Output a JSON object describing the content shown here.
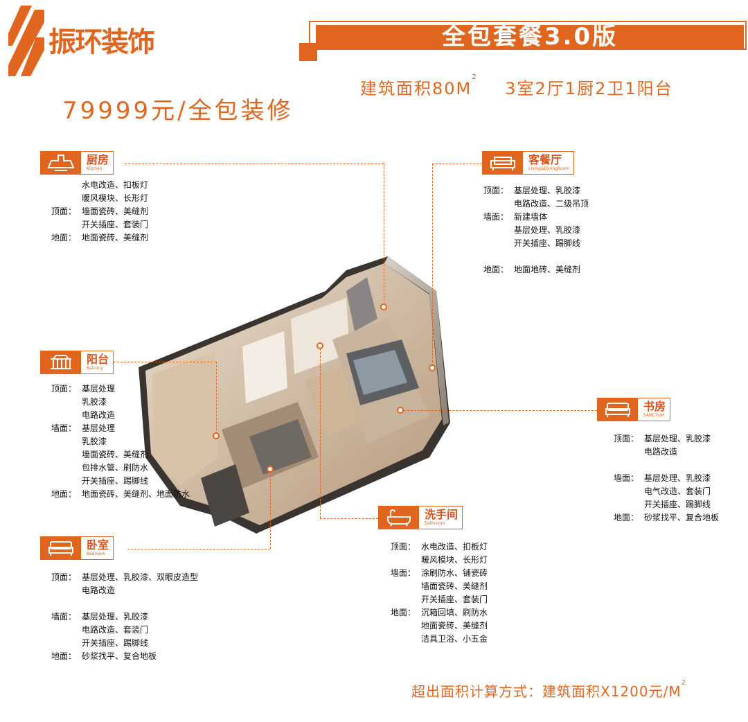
{
  "brand": {
    "name": "振环装饰"
  },
  "banner": {
    "title": "全包套餐3.0版"
  },
  "price": "79999元/全包装修",
  "area": {
    "text": "建筑面积80M",
    "sup": "2",
    "layout": "3室2厅1厨2卫1阳台"
  },
  "colors": {
    "accent": "#e0651f"
  },
  "sections": {
    "kitchen": {
      "icon": "range-hood-icon",
      "cn": "厨房",
      "en": "Kitchen",
      "rows": [
        {
          "k": "",
          "v": "水电改造、扣板灯"
        },
        {
          "k": "",
          "v": "暖风模块、长形灯"
        },
        {
          "k": "顶面：",
          "v": "墙面瓷砖、美缝剂"
        },
        {
          "k": "",
          "v": "开关插座、套装门"
        },
        {
          "k": "地面：",
          "v": "地面瓷砖、美缝剂"
        }
      ]
    },
    "living": {
      "icon": "sofa-icon",
      "cn": "客餐厅",
      "en": "Living&DiningRoom",
      "rows": [
        {
          "k": "顶面：",
          "v": "基层处理、乳胶漆"
        },
        {
          "k": "",
          "v": "电路改造、二级吊顶"
        },
        {
          "k": "墙面：",
          "v": "新建墙体"
        },
        {
          "k": "",
          "v": "基层处理、乳胶漆"
        },
        {
          "k": "",
          "v": "开关插座、踢脚线"
        },
        {
          "k": "地面：",
          "v": "地面地砖、美缝剂",
          "gap": true
        }
      ]
    },
    "balcony": {
      "icon": "balcony-icon",
      "cn": "阳台",
      "en": "Balcony",
      "rows": [
        {
          "k": "顶面：",
          "v": "基层处理"
        },
        {
          "k": "",
          "v": "乳胶漆"
        },
        {
          "k": "",
          "v": "电路改造"
        },
        {
          "k": "墙面：",
          "v": "基层处理"
        },
        {
          "k": "",
          "v": "乳胶漆"
        },
        {
          "k": "",
          "v": "墙面瓷砖、美缝剂"
        },
        {
          "k": "",
          "v": "包排水管、刷防水"
        },
        {
          "k": "",
          "v": "开关插座、踢脚线"
        },
        {
          "k": "地面：",
          "v": "地面瓷砖、美缝剂、地面防水"
        }
      ]
    },
    "study": {
      "icon": "bed-icon",
      "cn": "书房",
      "en": "SANCTUM",
      "rows": [
        {
          "k": "顶面：",
          "v": "基层处理、乳胶漆"
        },
        {
          "k": "",
          "v": "电路改造"
        },
        {
          "k": "墙面：",
          "v": "基层处理、乳胶漆",
          "gap": true
        },
        {
          "k": "",
          "v": "电气改造、套装门"
        },
        {
          "k": "",
          "v": "开关插座、踢脚线"
        },
        {
          "k": "地面：",
          "v": "砂浆找平、复合地板"
        }
      ]
    },
    "bathroom": {
      "icon": "bathtub-icon",
      "cn": "洗手间",
      "en": "Bathroom",
      "rows": [
        {
          "k": "顶面：",
          "v": "水电改造、扣板灯"
        },
        {
          "k": "",
          "v": "暖风模块、长形灯"
        },
        {
          "k": "墙面：",
          "v": "涂刷防水、铺瓷砖"
        },
        {
          "k": "",
          "v": "墙面瓷砖、美缝剂"
        },
        {
          "k": "",
          "v": "开关插座、套装门"
        },
        {
          "k": "地面：",
          "v": "沉箱回填、刷防水"
        },
        {
          "k": "",
          "v": "地面瓷砖、美缝剂"
        },
        {
          "k": "",
          "v": "洁具卫浴、小五金"
        }
      ]
    },
    "bedroom": {
      "icon": "bed-icon",
      "cn": "卧室",
      "en": "Bedroom",
      "rows": [
        {
          "k": "顶面：",
          "v": "基层处理、乳胶漆、双眼皮造型"
        },
        {
          "k": "",
          "v": "电路改造"
        },
        {
          "k": "墙面：",
          "v": "基层处理、乳胶漆",
          "gap": true
        },
        {
          "k": "",
          "v": "电路改造、套装门"
        },
        {
          "k": "",
          "v": "开关插座、踢脚线"
        },
        {
          "k": "地面：",
          "v": "砂浆找平、复合地板"
        }
      ]
    }
  },
  "footer": {
    "text": "超出面积计算方式：建筑面积X1200元/M",
    "sup": "2"
  }
}
